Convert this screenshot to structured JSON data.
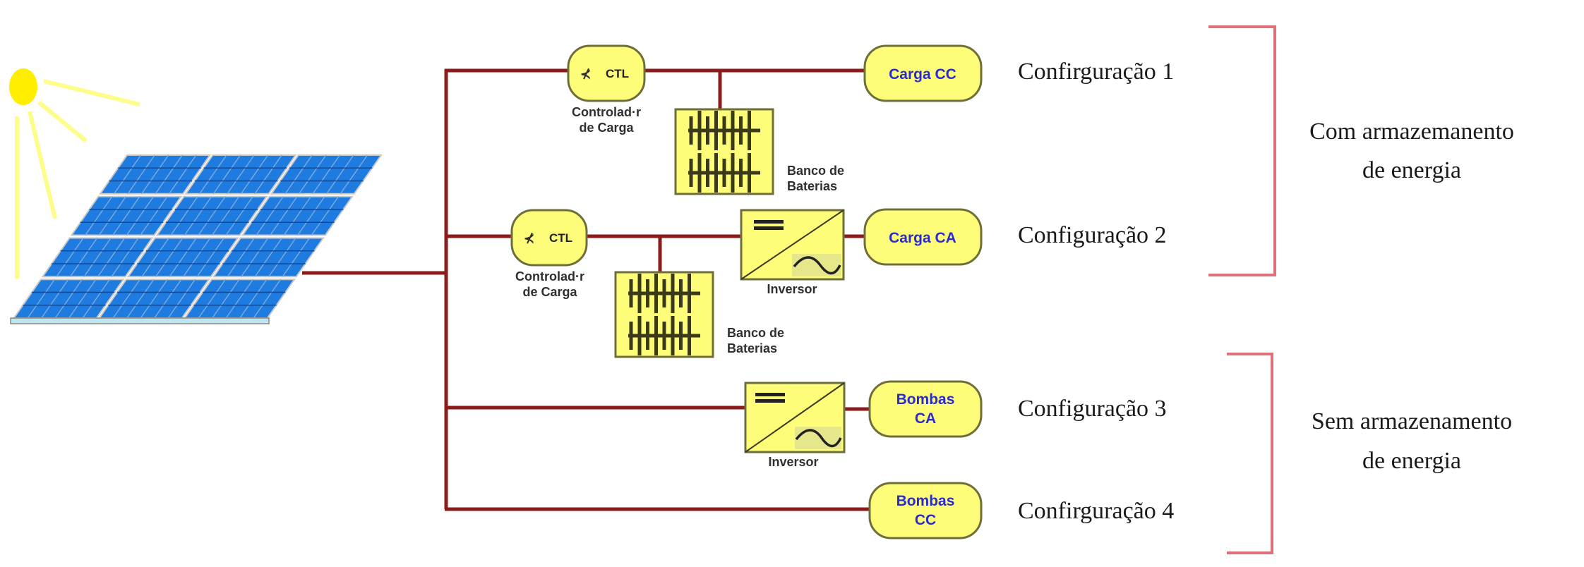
{
  "diagram": {
    "colors": {
      "wire": "#8b1a1a",
      "component_fill": "#fdfd7a",
      "load_text": "#2a2ad0",
      "bracket": "#e0707a",
      "panel_cell": "#1e7be0",
      "sun": "#ffee00"
    },
    "source": {
      "sun_label": "sun-icon",
      "panel_label": "solar-panel-icon"
    },
    "components": {
      "controller_text": "CTL",
      "controller_label_line1": "Controlad·r",
      "controller_label_line2": "de Carga",
      "battery_label_line1": "Banco de",
      "battery_label_line2": "Baterias",
      "inverter_label": "Inversor"
    },
    "loads": {
      "carga_cc": "Carga CC",
      "carga_ca": "Carga CA",
      "bombas_ca_line1": "Bombas",
      "bombas_ca_line2": "CA",
      "bombas_cc_line1": "Bombas",
      "bombas_cc_line2": "CC"
    },
    "configurations": [
      "Confirguração 1",
      "Configuração 2",
      "Configuração 3",
      "Confirguração 4"
    ],
    "groups": {
      "with_storage_line1": "Com armazemanento",
      "with_storage_line2": "de energia",
      "without_storage_line1": "Sem armazenamento",
      "without_storage_line2": "de energia"
    }
  }
}
